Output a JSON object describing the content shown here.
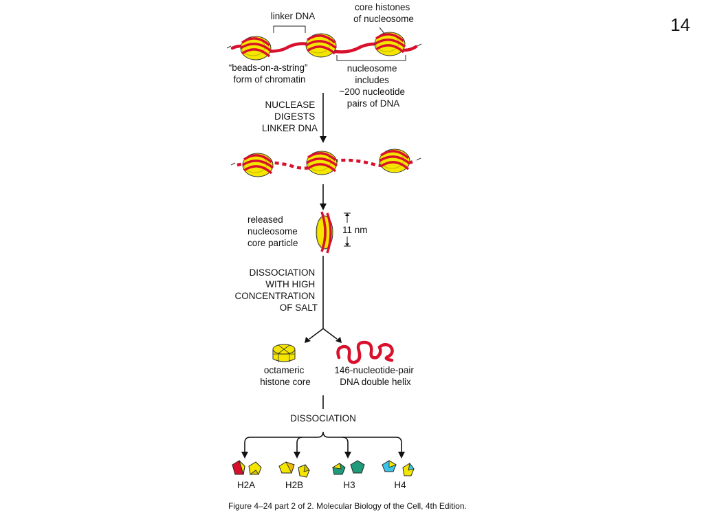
{
  "page_number": "14",
  "colors": {
    "dna": "#d8102c",
    "histone_yellow": "#f5e600",
    "h3_green": "#1f9a7a",
    "h4_blue": "#3cc4e8"
  },
  "labels": {
    "linker_dna": "linker DNA",
    "core_histones": [
      "core histones",
      "of nucleosome"
    ],
    "beads_on_string": [
      "“beads-on-a-string”",
      "form of chromatin"
    ],
    "nucleosome_includes": [
      "nucleosome",
      "includes",
      "~200 nucleotide",
      "pairs of DNA"
    ],
    "released_core": [
      "released",
      "nucleosome",
      "core particle"
    ],
    "size": "11 nm",
    "octameric_core": [
      "octameric",
      "histone core"
    ],
    "dna_helix": [
      "146-nucleotide-pair",
      "DNA double helix"
    ]
  },
  "steps": {
    "nuclease": [
      "NUCLEASE",
      "DIGESTS",
      "LINKER DNA"
    ],
    "salt": [
      "DISSOCIATION",
      "WITH HIGH",
      "CONCENTRATION",
      "OF SALT"
    ],
    "dissociation": "DISSOCIATION"
  },
  "histones": [
    "H2A",
    "H2B",
    "H3",
    "H4"
  ],
  "caption": "Figure 4–24 part 2 of 2. Molecular Biology of the Cell, 4th Edition."
}
